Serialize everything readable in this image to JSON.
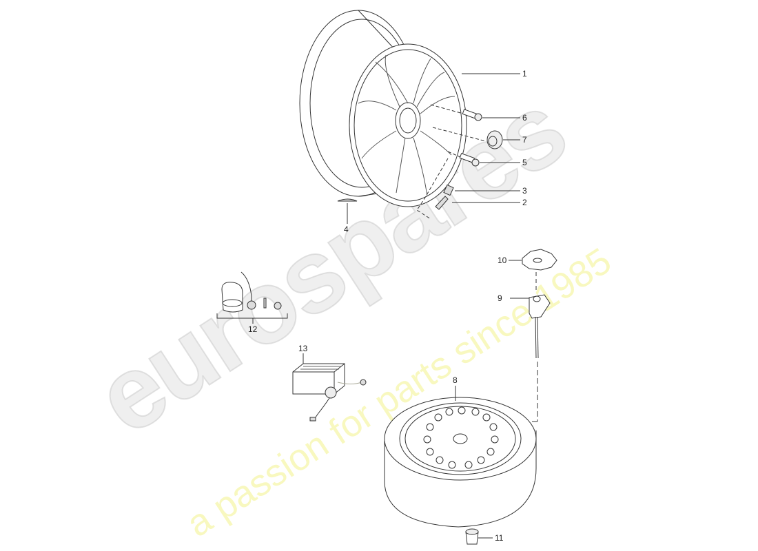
{
  "watermark": {
    "brand": "eurospares",
    "tagline": "a passion for parts since 1985",
    "brand_color": "#e0e0e0",
    "tagline_color": "#f5f5aa"
  },
  "callouts": [
    {
      "id": "1",
      "label": "1"
    },
    {
      "id": "2",
      "label": "2"
    },
    {
      "id": "3",
      "label": "3"
    },
    {
      "id": "4",
      "label": "4"
    },
    {
      "id": "5",
      "label": "5"
    },
    {
      "id": "6",
      "label": "6"
    },
    {
      "id": "7",
      "label": "7"
    },
    {
      "id": "8",
      "label": "8"
    },
    {
      "id": "9",
      "label": "9"
    },
    {
      "id": "10",
      "label": "10"
    },
    {
      "id": "11",
      "label": "11"
    },
    {
      "id": "12",
      "label": "12"
    },
    {
      "id": "13",
      "label": "13"
    }
  ],
  "parts": {
    "alloy_wheel": "alloy-wheel",
    "valve": "valve",
    "valve_cap": "valve-cap",
    "balance_weight": "balance-weight",
    "wheel_bolt": "wheel-bolt",
    "locking_bolt": "locking-wheel-bolt",
    "center_cap": "center-cap",
    "spare_wheel": "spare-wheel",
    "spare_holder": "spare-wheel-holder",
    "wing_nut": "wing-nut",
    "rubber_buffer": "rubber-buffer",
    "sealant_kit": "tire-sealant-kit",
    "compressor": "air-compressor"
  }
}
